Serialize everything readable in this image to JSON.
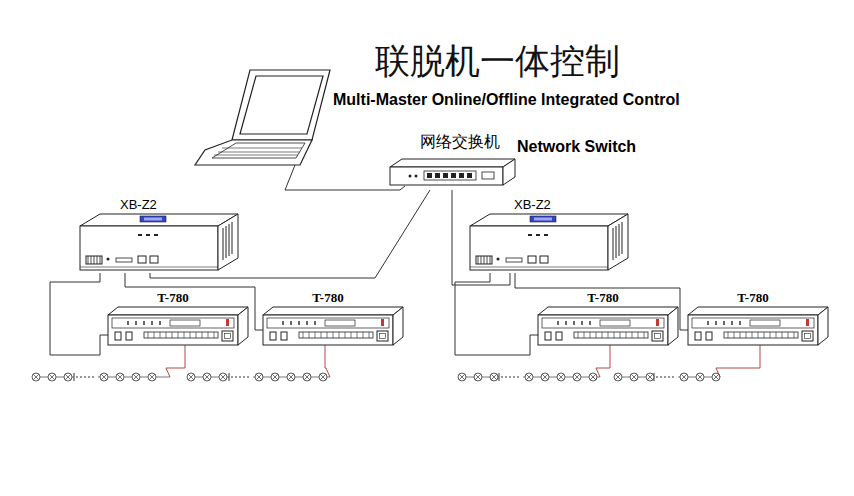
{
  "diagram": {
    "title": "联脱机一体控制",
    "nodes": [
      {
        "text": [
          "网络交换机",
          "Network Switch"
        ]
      },
      {
        "text": [
          "XB-Z2"
        ]
      },
      {
        "text": [
          "XB-Z2"
        ]
      },
      {
        "text": [
          "T-780"
        ]
      },
      {
        "text": [
          "T-780"
        ]
      },
      {
        "text": [
          "T-780"
        ]
      },
      {
        "text": [
          "T-780"
        ]
      }
    ],
    "edges": [
      {
        "from": 0,
        "to": 1,
        "arrow": "none"
      },
      {
        "from": 0,
        "to": 2,
        "arrow": "none"
      },
      {
        "from": 1,
        "to": 3,
        "arrow": "none"
      },
      {
        "from": 1,
        "to": 4,
        "arrow": "none"
      },
      {
        "from": 2,
        "to": 5,
        "arrow": "none"
      },
      {
        "from": 2,
        "to": 6,
        "arrow": "none"
      }
    ],
    "labels": [
      "Multi-Master Online/Offline Integrated Control"
    ]
  }
}
